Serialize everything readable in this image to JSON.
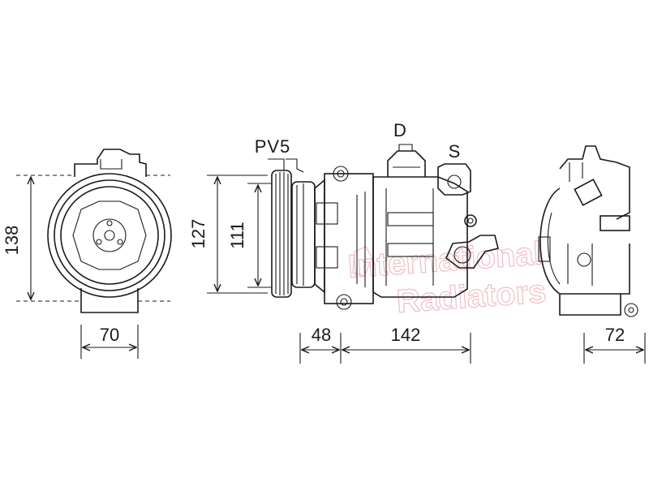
{
  "labels": {
    "pv": "PV5",
    "discharge": "D",
    "suction": "S"
  },
  "dimensions": {
    "front_height": "138",
    "front_width": "70",
    "pulley_outer": "127",
    "pulley_inner": "111",
    "pulley_depth": "48",
    "body_length": "142",
    "rear_width": "72"
  },
  "watermark": {
    "line1": "International",
    "line2": "Radiators"
  },
  "colors": {
    "line": "#1a1a1a",
    "watermark": "#e9a8b4"
  }
}
